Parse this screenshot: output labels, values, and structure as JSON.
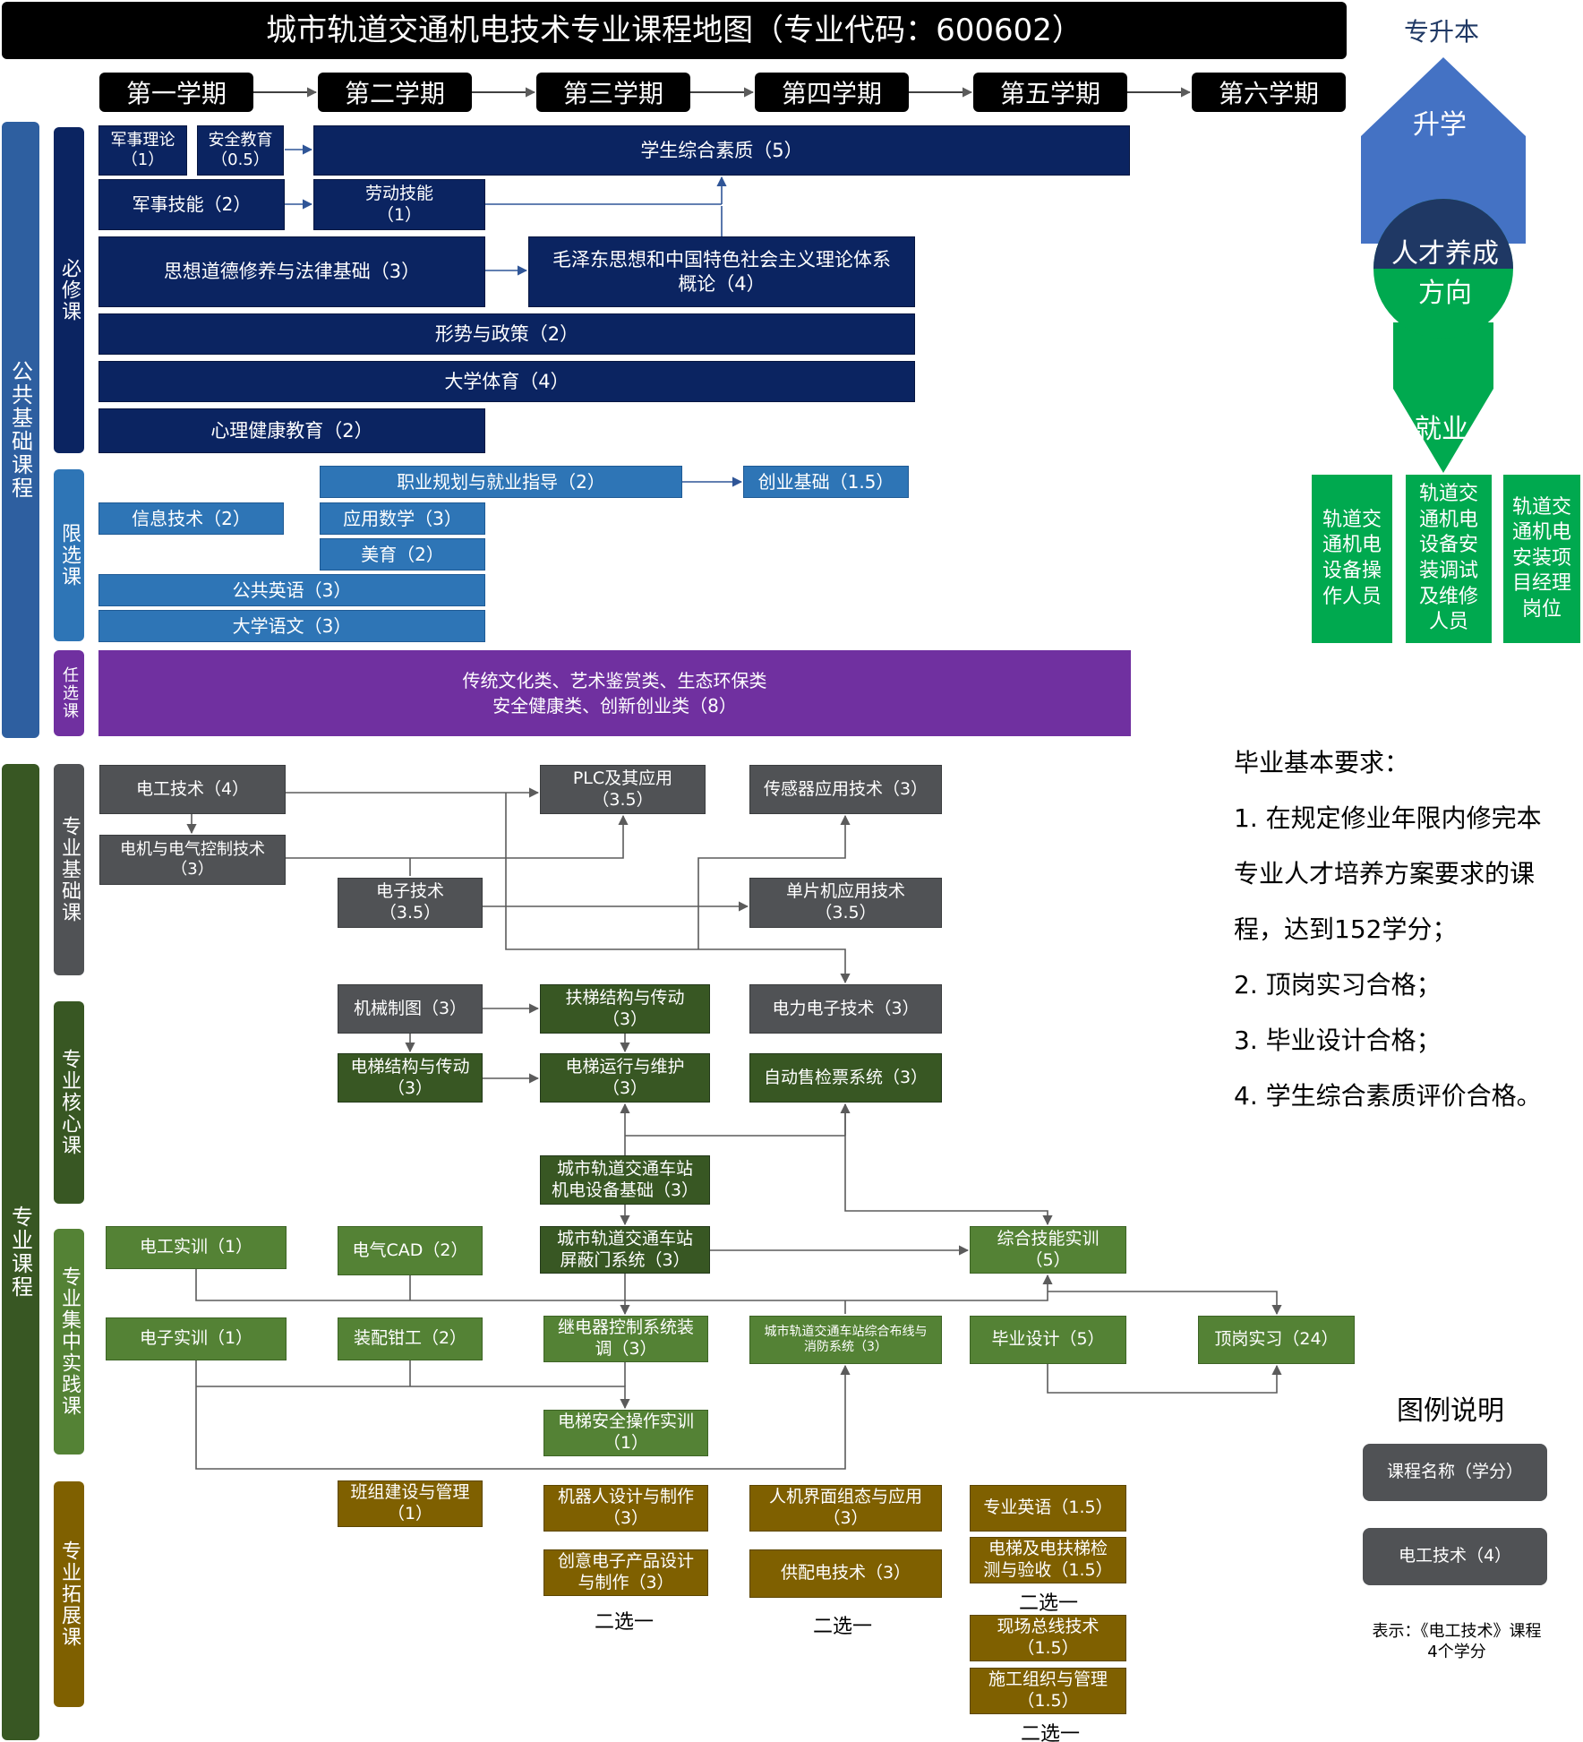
{
  "title": "城市轨道交通机电技术专业课程地图（专业代码：600602）",
  "semesters": [
    "第一学期",
    "第二学期",
    "第三学期",
    "第四学期",
    "第五学期",
    "第六学期"
  ],
  "categories": {
    "public": "公共基础课程",
    "required": "必修课",
    "limited": "限选课",
    "elective": "任选课",
    "professional": "专业课程",
    "prof_basic": "专业基础课",
    "prof_core": "专业核心课",
    "prof_practice": "专业集中实践课",
    "prof_extend": "专业拓展课"
  },
  "public_required": {
    "military_theory": "军事理论\n（1）",
    "safety_edu": "安全教育\n（0.5）",
    "student_quality": "学生综合素质（5）",
    "military_skill": "军事技能（2）",
    "labor_skill": "劳动技能\n（1）",
    "moral_law": "思想道德修养与法律基础（3）",
    "mao_theory": "毛泽东思想和中国特色社会主义理论体系\n概论（4）",
    "situation_policy": "形势与政策（2）",
    "college_pe": "大学体育（4）",
    "mental_health": "心理健康教育（2）"
  },
  "public_limited": {
    "career_plan": "职业规划与就业指导（2）",
    "startup_basics": "创业基础（1.5）",
    "info_tech": "信息技术（2）",
    "applied_math": "应用数学（3）",
    "aesthetics": "美育（2）",
    "public_english": "公共英语（3）",
    "college_chinese": "大学语文（3）"
  },
  "public_elective": {
    "electives": "传统文化类、艺术鉴赏类、生态环保类\n安全健康类、创新创业类（8）"
  },
  "prof_basic": {
    "electrician_tech": "电工技术（4）",
    "plc": "PLC及其应用\n（3.5）",
    "sensor_tech": "传感器应用技术（3）",
    "motor_control": "电机与电气控制技术\n（3）",
    "electronic_tech": "电子技术\n（3.5）",
    "mcu_tech": "单片机应用技术\n（3.5）",
    "power_electronics": "电力电子技术（3）"
  },
  "prof_core": {
    "mech_drawing": "机械制图（3）",
    "escalator_structure": "扶梯结构与传动\n（3）",
    "elevator_structure": "电梯结构与传动\n（3）",
    "elevator_operation": "电梯运行与维护\n（3）",
    "afc_system": "自动售检票系统（3）",
    "station_equipment": "城市轨道交通车站\n机电设备基础（3）",
    "platform_door": "城市轨道交通车站\n屏蔽门系统（3）"
  },
  "prof_practice": {
    "electrician_training": "电工实训（1）",
    "electrical_cad": "电气CAD（2）",
    "comprehensive_training": "综合技能实训\n（5）",
    "electronic_training": "电子实训（1）",
    "fitter_training": "装配钳工（2）",
    "relay_control": "继电器控制系统装\n调（3）",
    "wiring_fire": "城市轨道交通车站综合布线与\n消防系统（3）",
    "graduation_design": "毕业设计（5）",
    "internship": "顶岗实习（24）",
    "elevator_safety": "电梯安全操作实训\n（1）"
  },
  "prof_extend": {
    "team_management": "班组建设与管理\n（1）",
    "robot_design": "机器人设计与制作\n（3）",
    "hmi": "人机界面组态与应用\n（3）",
    "prof_english": "专业英语（1.5）",
    "creative_electronics": "创意电子产品设计\n与制作（3）",
    "power_supply": "供配电技术（3）",
    "elevator_inspection": "电梯及电扶梯检\n测与验收（1.5）",
    "fieldbus": "现场总线技术\n（1.5）",
    "construction_mgmt": "施工组织与管理\n（1.5）",
    "choose_one": "二选一"
  },
  "direction": {
    "upgrade_title": "专升本",
    "upgrade": "升学",
    "center_top": "人才养成",
    "center_bottom": "方向",
    "employment": "就业",
    "jobs": [
      "轨道交\n通机电\n设备操\n作人员",
      "轨道交\n通机电\n设备安\n装调试\n及维修\n人员",
      "轨道交\n通机电\n安装项\n目经理\n岗位"
    ],
    "colors": {
      "upgrade": "#4472c4",
      "employment": "#00a94f"
    }
  },
  "requirements": {
    "title": "毕业基本要求：",
    "items": [
      "1. 在规定修业年限内修完本",
      "专业人才培养方案要求的课",
      "程，达到152学分；",
      "2. 顶岗实习合格；",
      "3. 毕业设计合格；",
      "4. 学生综合素质评价合格。"
    ]
  },
  "legend": {
    "title": "图例说明",
    "sample1": "课程名称（学分）",
    "sample2": "电工技术（4）",
    "note": "表示：《电工技术》课程\n4个学分"
  }
}
